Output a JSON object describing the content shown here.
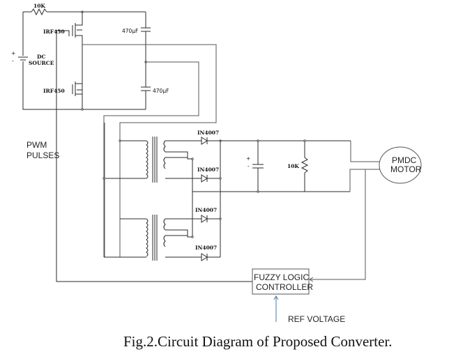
{
  "figure": {
    "caption": "Fig.2.Circuit Diagram of Proposed Converter."
  },
  "components": {
    "input_resistor": "10K",
    "dc_source": {
      "line1": "DC",
      "line2": "SOURCE",
      "plus": "+",
      "minus": "-"
    },
    "mosfet_top": "IRF450",
    "mosfet_bottom": "IRF450",
    "cap_top": "470µF",
    "cap_bottom": "470µF",
    "pwm_label": {
      "line1": "PWM",
      "line2": "PULSES"
    },
    "diodes": [
      "IN4007",
      "IN4007",
      "IN4007",
      "IN4007"
    ],
    "output_cap": {
      "plus": "+",
      "minus": "-"
    },
    "load_resistor": "10K",
    "motor": {
      "line1": "PMDC",
      "line2": "MOTOR"
    },
    "controller": {
      "line1": "FUZZY LOGIC",
      "line2": "CONTROLLER"
    },
    "ref_voltage": "REF VOLTAGE"
  }
}
